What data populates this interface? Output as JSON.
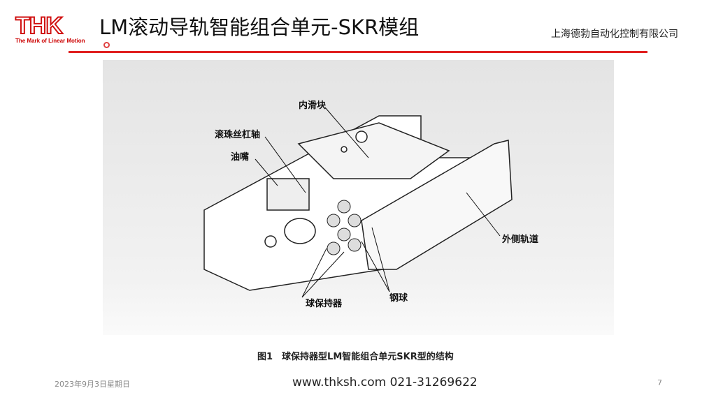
{
  "header": {
    "logo_mark": "THK",
    "logo_tagline": "The Mark of Linear Motion",
    "title": "LM滚动导轨智能组合单元-SKR模组",
    "company": "上海德勃自动化控制有限公司",
    "accent_color": "#e02020"
  },
  "figure": {
    "labels": {
      "inner_block": "内滑块",
      "ball_screw": "滚珠丝杠轴",
      "grease_nipple": "油嘴",
      "outer_rail": "外侧轨道",
      "steel_ball": "钢球",
      "ball_cage": "球保持器"
    },
    "caption": "图1　球保持器型LM智能组合单元SKR型的结构"
  },
  "footer": {
    "date": "2023年9月3日星期日",
    "website": "www.thksh.com 021-31269622",
    "page_number": "7"
  }
}
